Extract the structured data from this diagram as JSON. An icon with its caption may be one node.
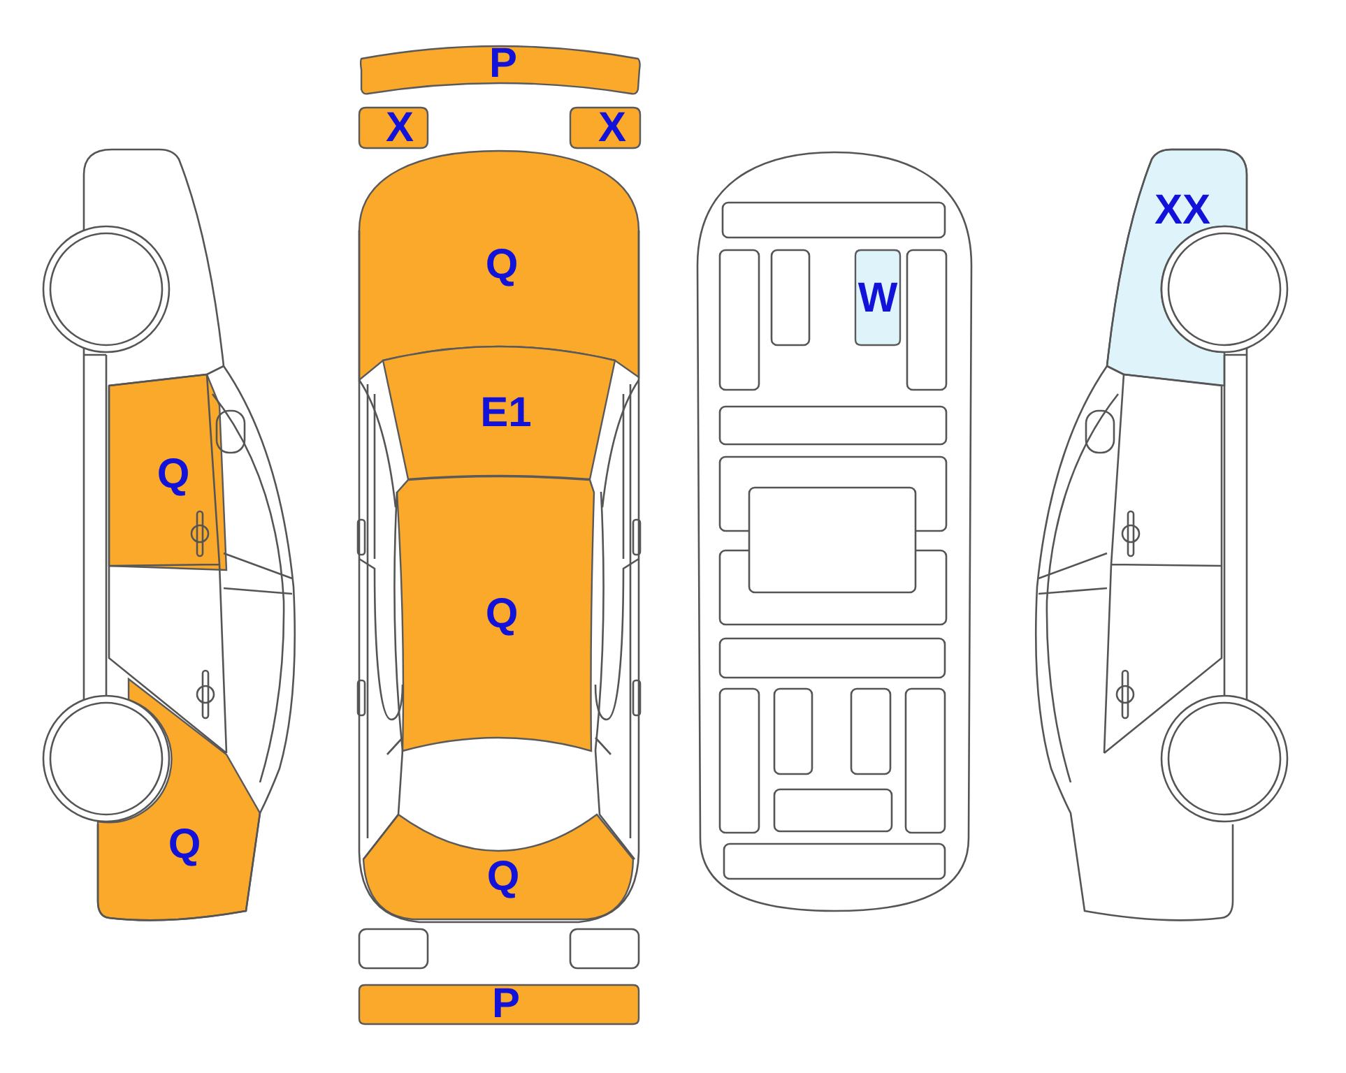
{
  "diagram": {
    "nodes": [
      {
        "text": [
          "Q"
        ]
      },
      {
        "text": [
          "Q"
        ]
      },
      {
        "text": [
          "P"
        ]
      },
      {
        "text": [
          "X"
        ]
      },
      {
        "text": [
          "X"
        ]
      },
      {
        "text": [
          "Q"
        ]
      },
      {
        "text": [
          "E1"
        ]
      },
      {
        "text": [
          "Q"
        ]
      },
      {
        "text": [
          "Q"
        ]
      },
      {
        "text": [
          "P"
        ]
      },
      {
        "text": [
          "W"
        ]
      },
      {
        "text": [
          "XX"
        ]
      }
    ]
  }
}
